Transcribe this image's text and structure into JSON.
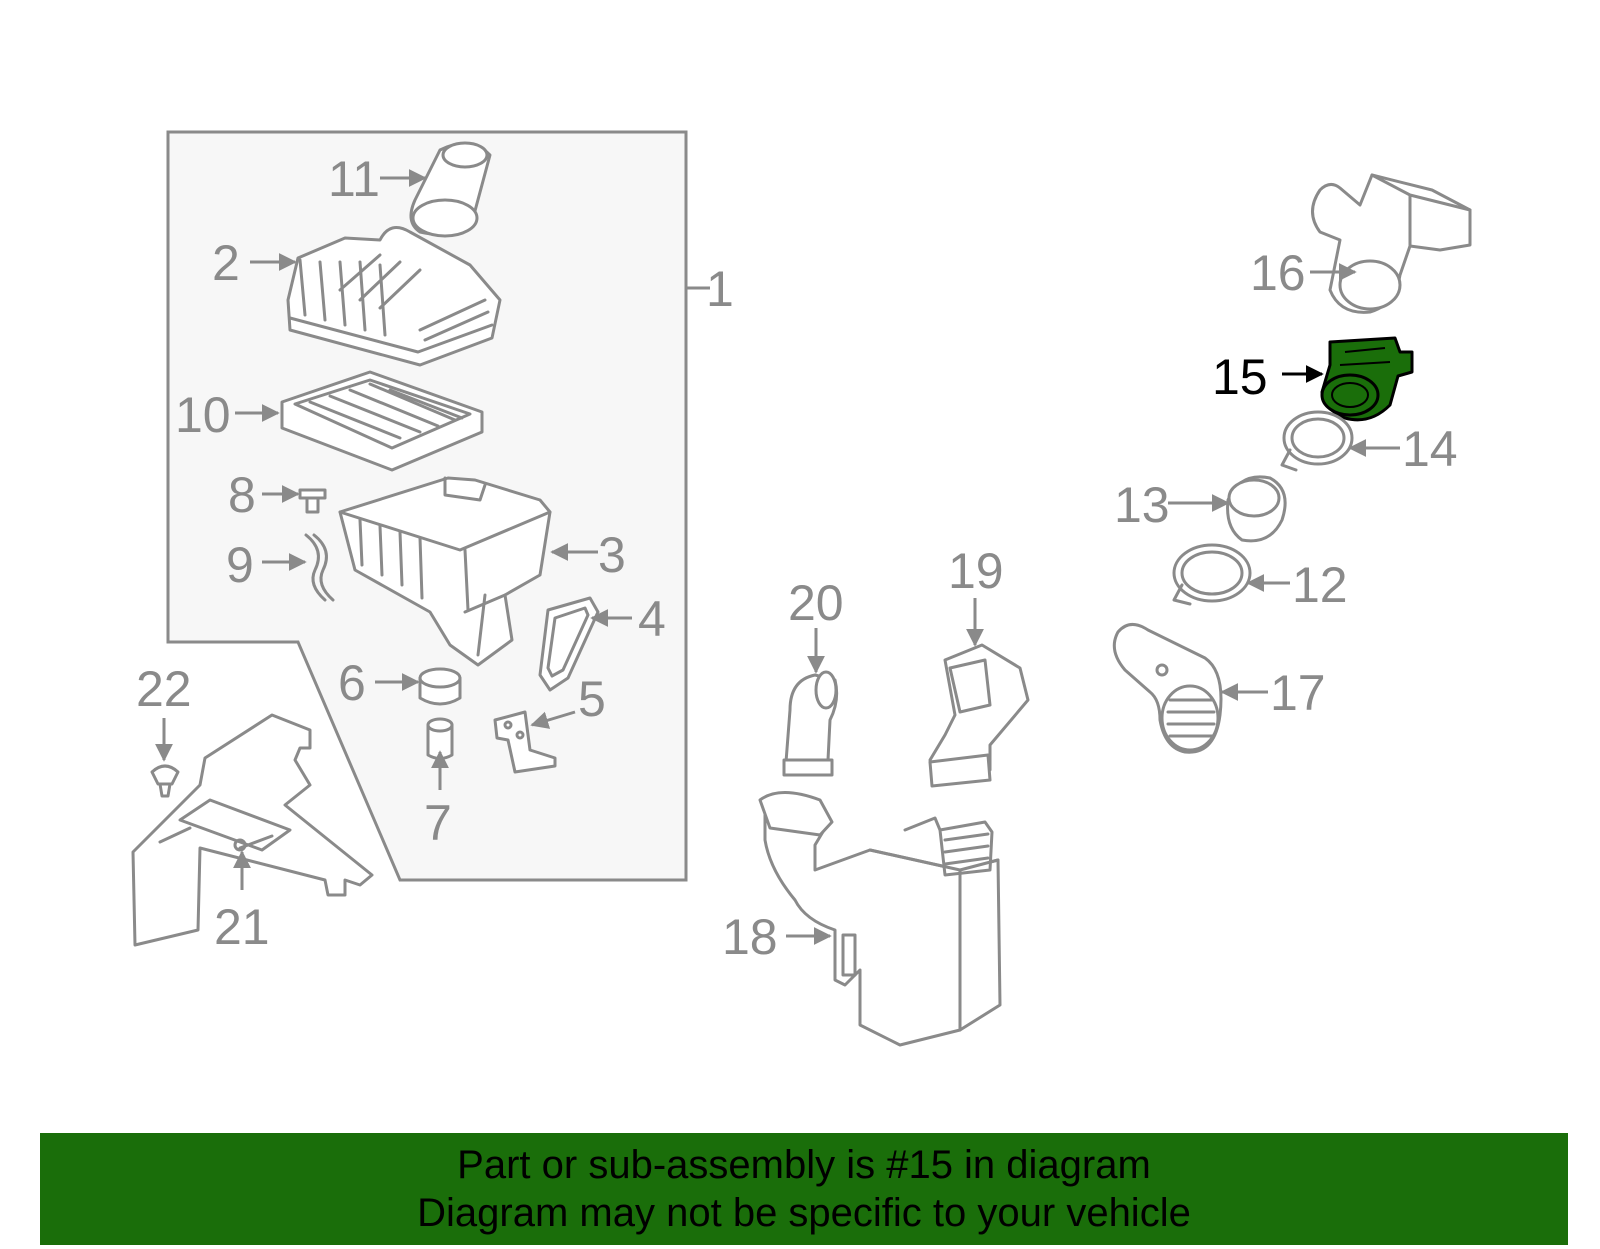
{
  "colors": {
    "line": "#8a8a8a",
    "highlight_fill": "#1a6e0a",
    "highlight_stroke": "#000000",
    "banner_bg": "#1a6e0a",
    "panel_bg": "#f7f7f7"
  },
  "callouts": {
    "c1": "1",
    "c2": "2",
    "c3": "3",
    "c4": "4",
    "c5": "5",
    "c6": "6",
    "c7": "7",
    "c8": "8",
    "c9": "9",
    "c10": "10",
    "c11": "11",
    "c12": "12",
    "c13": "13",
    "c14": "14",
    "c15": "15",
    "c16": "16",
    "c17": "17",
    "c18": "18",
    "c19": "19",
    "c20": "20",
    "c21": "21",
    "c22": "22"
  },
  "highlighted_part": "15",
  "banner": {
    "line1": "Part or sub-assembly is #15 in diagram",
    "line2": "Diagram may not be specific to your vehicle"
  }
}
